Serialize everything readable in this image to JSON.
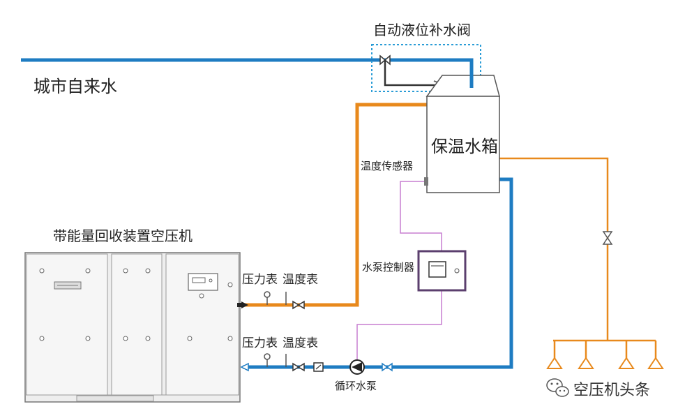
{
  "labels": {
    "valve_title": "自动液位补水阀",
    "city_water": "城市自来水",
    "tank": "保温水箱",
    "temp_sensor": "温度传感器",
    "compressor": "带能量回收装置空压机",
    "pump_controller": "水泵控制器",
    "pressure_gauge_top": "压力表",
    "temp_gauge_top": "温度表",
    "pressure_gauge_bottom": "压力表",
    "temp_gauge_bottom": "温度表",
    "circulation_pump": "循环水泵",
    "watermark": "空压机头条"
  },
  "colors": {
    "cold_water": "#1e7cc2",
    "hot_water": "#e8891c",
    "control": "#c77ed0",
    "valve_box": "#2a9cd6",
    "outline": "#555555",
    "cabinet": "#efefef"
  }
}
